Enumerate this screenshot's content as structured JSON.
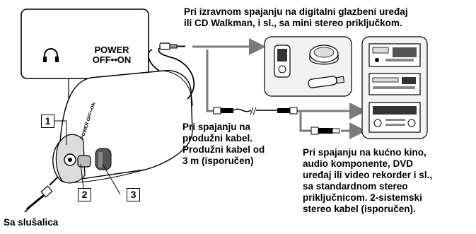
{
  "inset": {
    "headphone_icon": "headphone-icon",
    "power_label": "POWER",
    "power_states": "OFF••ON"
  },
  "device_side_label": "POWER\nOFF••ON",
  "callouts": [
    "1",
    "2",
    "3"
  ],
  "labels": {
    "top": [
      "Pri izravnom spajanju na digitalni glazbeni uređaj",
      "ili CD Walkman, i sl., sa mini stereo priključkom."
    ],
    "middle": [
      "Pri spajanju na",
      "produžni kabel.",
      "Produžni kabel od",
      "3 m (isporučen)"
    ],
    "bottom_right": [
      "Pri spajanju na kućno kino,",
      "audio komponente, DVD",
      "uređaj ili video rekorder i sl.,",
      "sa standardnom stereo",
      "priključnicom. 2-sistemski",
      "stereo kabel (isporučen)."
    ],
    "bottom_left": "Sa slušalica"
  },
  "colors": {
    "line": "#000000",
    "arrow": "#7a7a7a",
    "panel": "#f2f2f2"
  }
}
